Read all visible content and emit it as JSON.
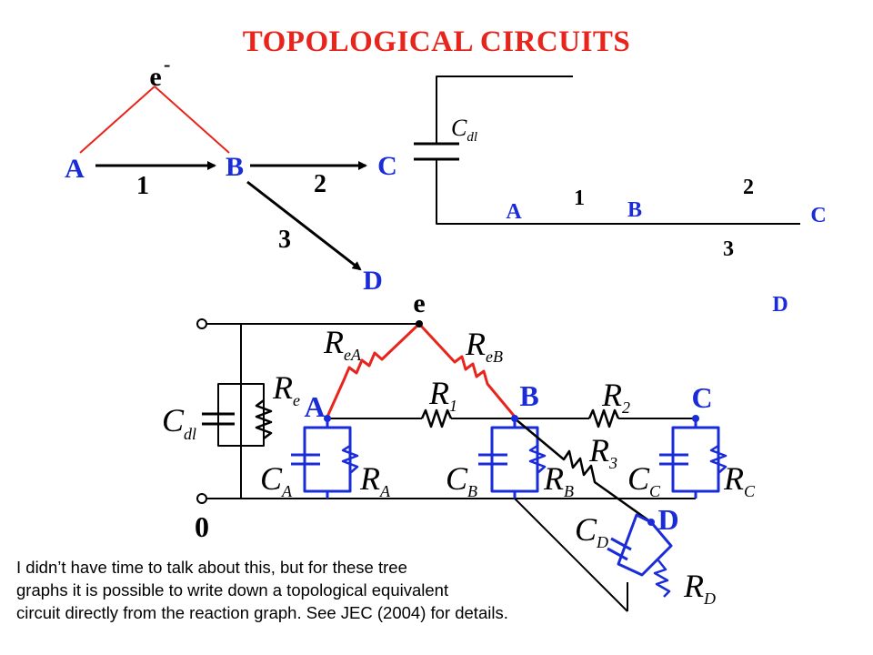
{
  "title": "TOPOLOGICAL CIRCUITS",
  "colors": {
    "title": "#e8251c",
    "red_wire": "#e8251c",
    "blue_wire": "#1a2bd8",
    "black_wire": "#000000",
    "node_blue": "#1a2bd8"
  },
  "reaction_graph": {
    "electron": "e",
    "electron_sup": "-",
    "nodes": {
      "A": "A",
      "B": "B",
      "C": "C",
      "D": "D"
    },
    "edges": {
      "e1": "1",
      "e2": "2",
      "e3": "3"
    }
  },
  "tree_circuit": {
    "cdl_main": "C",
    "cdl_sub": "dl",
    "nodes": {
      "A": "A",
      "B": "B",
      "C": "C",
      "D": "D"
    },
    "resistors": {
      "r1": "1",
      "r2": "2",
      "r3": "3"
    }
  },
  "equivalent_circuit": {
    "e": "e",
    "zero": "0",
    "Cdl": {
      "main": "C",
      "sub": "dl"
    },
    "Re": {
      "main": "R",
      "sub": "e"
    },
    "ReA": {
      "main": "R",
      "sub": "eA"
    },
    "ReB": {
      "main": "R",
      "sub": "eB"
    },
    "R1": {
      "main": "R",
      "sub": "1"
    },
    "R2": {
      "main": "R",
      "sub": "2"
    },
    "R3": {
      "main": "R",
      "sub": "3"
    },
    "CA": {
      "main": "C",
      "sub": "A"
    },
    "RA": {
      "main": "R",
      "sub": "A"
    },
    "CB": {
      "main": "C",
      "sub": "B"
    },
    "RB": {
      "main": "R",
      "sub": "B"
    },
    "CC": {
      "main": "C",
      "sub": "C"
    },
    "RC": {
      "main": "R",
      "sub": "C"
    },
    "CD": {
      "main": "C",
      "sub": "D"
    },
    "RD": {
      "main": "R",
      "sub": "D"
    },
    "nodes": {
      "A": "A",
      "B": "B",
      "C": "C",
      "D": "D"
    }
  },
  "note": {
    "line1": "I didn’t have time to talk about this, but for these tree",
    "line2": "graphs it is possible to write down a topological equivalent",
    "line3": "circuit directly from the reaction graph. See JEC (2004) for details."
  }
}
